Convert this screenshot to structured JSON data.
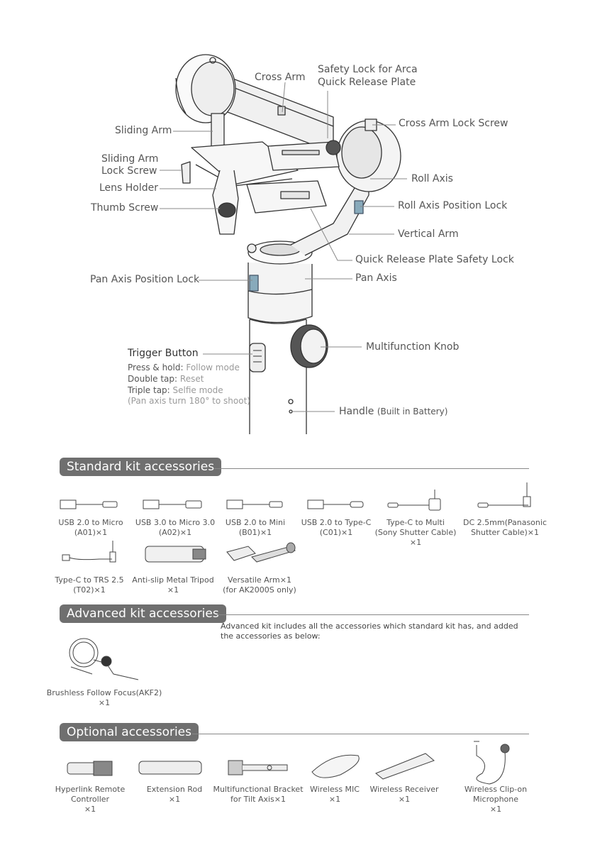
{
  "callouts": {
    "cross_arm": "Cross Arm",
    "safety_lock_1": "Safety Lock for Arca",
    "safety_lock_2": "Quick Release Plate",
    "cross_arm_lock_screw": "Cross Arm Lock Screw",
    "sliding_arm": "Sliding Arm",
    "sliding_arm_lock_1": "Sliding Arm",
    "sliding_arm_lock_2": "Lock Screw",
    "roll_axis": "Roll Axis",
    "lens_holder": "Lens Holder",
    "roll_axis_position_lock": "Roll Axis Position Lock",
    "thumb_screw": "Thumb Screw",
    "vertical_arm": "Vertical Arm",
    "quick_release_plate_safety_lock": "Quick Release Plate Safety Lock",
    "pan_axis_position_lock": "Pan Axis Position Lock",
    "pan_axis": "Pan Axis",
    "multifunction_knob": "Multifunction Knob",
    "handle": "Handle",
    "handle_note": "(Built in Battery)"
  },
  "trigger": {
    "title": "Trigger Button",
    "lines": [
      {
        "key": "Press & hold:",
        "value": "Follow mode"
      },
      {
        "key": "Double tap:",
        "value": "Reset"
      },
      {
        "key": "Triple tap:",
        "value": "Selfie mode"
      },
      {
        "key": "",
        "value": "(Pan axis turn 180° to shoot)"
      }
    ]
  },
  "standard": {
    "heading": "Standard kit accessories",
    "items": [
      {
        "l1": "USB 2.0 to Micro",
        "l2": "(A01)×1",
        "l3": "",
        "icon": "usb-micro-cable-icon"
      },
      {
        "l1": "USB 3.0 to Micro 3.0",
        "l2": "(A02)×1",
        "l3": "",
        "icon": "usb3-micro-cable-icon"
      },
      {
        "l1": "USB 2.0 to Mini",
        "l2": "(B01)×1",
        "l3": "",
        "icon": "usb-mini-cable-icon"
      },
      {
        "l1": "USB 2.0 to Type-C",
        "l2": "(C01)×1",
        "l3": "",
        "icon": "usb-typec-cable-icon"
      },
      {
        "l1": "Type-C to Multi",
        "l2": "(Sony Shutter Cable)",
        "l3": "×1",
        "icon": "typec-multi-cable-icon"
      },
      {
        "l1": "DC 2.5mm(Panasonic",
        "l2": "Shutter Cable)×1",
        "l3": "",
        "icon": "dc-cable-icon"
      },
      {
        "l1": "Type-C to TRS 2.5",
        "l2": "(T02)×1",
        "l3": "",
        "icon": "typec-trs-cable-icon"
      },
      {
        "l1": "Anti-slip Metal Tripod",
        "l2": "×1",
        "l3": "",
        "icon": "tripod-icon"
      },
      {
        "l1": "Versatile Arm×1",
        "l2": "(for AK2000S only)",
        "l3": "",
        "icon": "versatile-arm-icon"
      }
    ]
  },
  "advanced": {
    "heading": "Advanced kit accessories",
    "note_1": "Advanced kit includes all the accessories which standard kit has, and added",
    "note_2": "the accessories as below:",
    "items": [
      {
        "l1": "Brushless Follow Focus(AKF2)",
        "l2": "×1",
        "icon": "follow-focus-icon"
      }
    ]
  },
  "optional": {
    "heading": "Optional accessories",
    "items": [
      {
        "l1": "Hyperlink Remote Controller",
        "l2": "×1",
        "icon": "remote-controller-icon"
      },
      {
        "l1": "Extension Rod",
        "l2": "×1",
        "icon": "extension-rod-icon"
      },
      {
        "l1": "Multifunctional Bracket",
        "l2": "for Tilt Axis×1",
        "icon": "bracket-icon"
      },
      {
        "l1": "Wireless MIC",
        "l2": "×1",
        "icon": "wireless-mic-icon"
      },
      {
        "l1": "Wireless Receiver",
        "l2": "×1",
        "icon": "wireless-receiver-icon"
      },
      {
        "l1": "Wireless Clip-on Microphone",
        "l2": "×1",
        "icon": "clip-on-mic-icon"
      }
    ]
  }
}
